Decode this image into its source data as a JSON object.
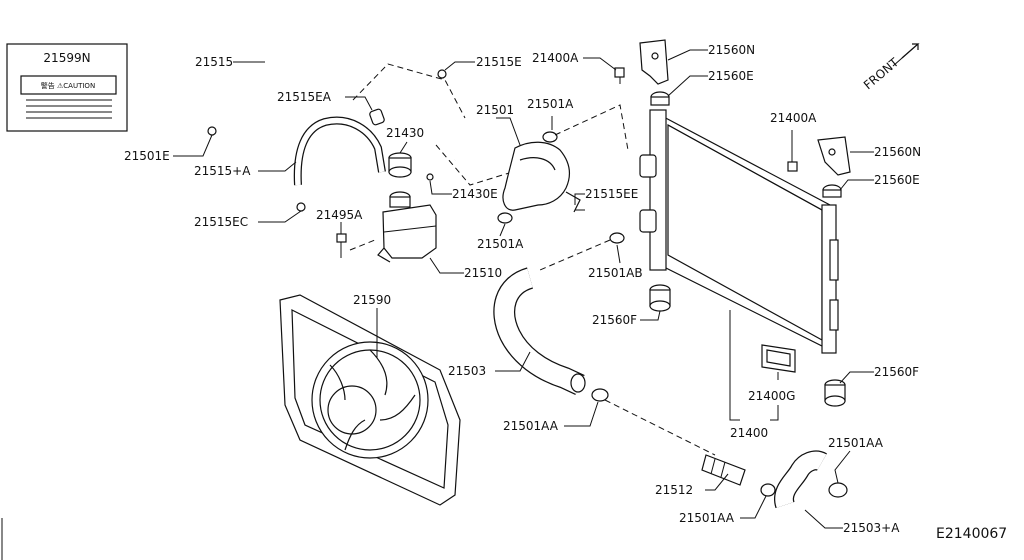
{
  "diagram": {
    "code": "E2140067",
    "front_label": "FRONT",
    "caution_label": {
      "part_no": "21599N",
      "warning_text": "警告 ⚠CAUTION"
    },
    "callouts": {
      "c21515": "21515",
      "c21515E": "21515E",
      "c21515EA": "21515EA",
      "c21501E": "21501E",
      "c21515A": "21515+A",
      "c21515EC": "21515EC",
      "c21430": "21430",
      "c21430E": "21430E",
      "c21495A": "21495A",
      "c21510": "21510",
      "c21501": "21501",
      "c21501A_top": "21501A",
      "c21501A_bot": "21501A",
      "c21515EE": "21515EE",
      "c21400A_left": "21400A",
      "c21560N_left": "21560N",
      "c21560E_left": "21560E",
      "c21400A_right": "21400A",
      "c21560N_right": "21560N",
      "c21560E_right": "21560E",
      "c21501AB": "21501AB",
      "c21560F_left": "21560F",
      "c21560F_right": "21560F",
      "c21590": "21590",
      "c21503": "21503",
      "c21501AA_left": "21501AA",
      "c21400G": "21400G",
      "c21400": "21400",
      "c21501AA_right": "21501AA",
      "c21512": "21512",
      "c21501AA_bot": "21501AA",
      "c21503A": "21503+A"
    }
  }
}
